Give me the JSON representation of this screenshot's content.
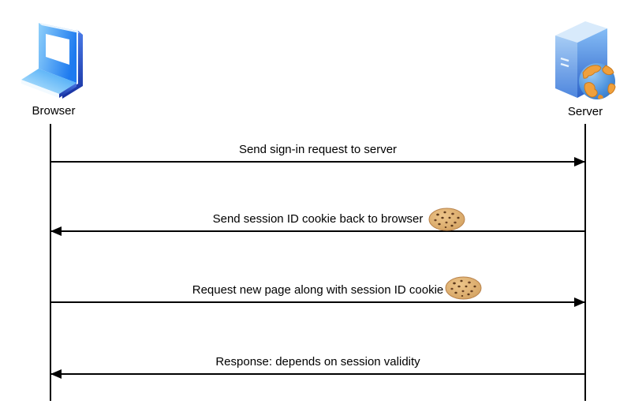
{
  "diagram": {
    "type": "sequence-diagram",
    "background": "#FFFFFF",
    "line_color": "#000000"
  },
  "actors": {
    "browser": {
      "label": "Browser",
      "icon": "laptop-icon"
    },
    "server": {
      "label": "Server",
      "icon": "server-tower-globe-icon"
    }
  },
  "messages": [
    {
      "label": "Send sign-in request to server",
      "from": "browser",
      "to": "server",
      "direction": "right",
      "has_cookie_icon": false
    },
    {
      "label": "Send session ID cookie back to browser",
      "from": "server",
      "to": "browser",
      "direction": "left",
      "has_cookie_icon": true
    },
    {
      "label": "Request new page along with session ID cookie",
      "from": "browser",
      "to": "server",
      "direction": "right",
      "has_cookie_icon": true
    },
    {
      "label": "Response: depends on session validity",
      "from": "server",
      "to": "browser",
      "direction": "left",
      "has_cookie_icon": false
    }
  ],
  "icons": {
    "cookie": "cookie-icon"
  },
  "colors": {
    "laptop_blue": "#2E96F5",
    "laptop_dark_edge": "#1B2F9E",
    "server_left_face": "#4E86DE",
    "server_right_face": "#2E63C9",
    "globe_ocean": "#4D93DE",
    "globe_land": "#F0A03C",
    "cookie_base": "#D8A763",
    "cookie_chip": "#5E3A1C"
  }
}
